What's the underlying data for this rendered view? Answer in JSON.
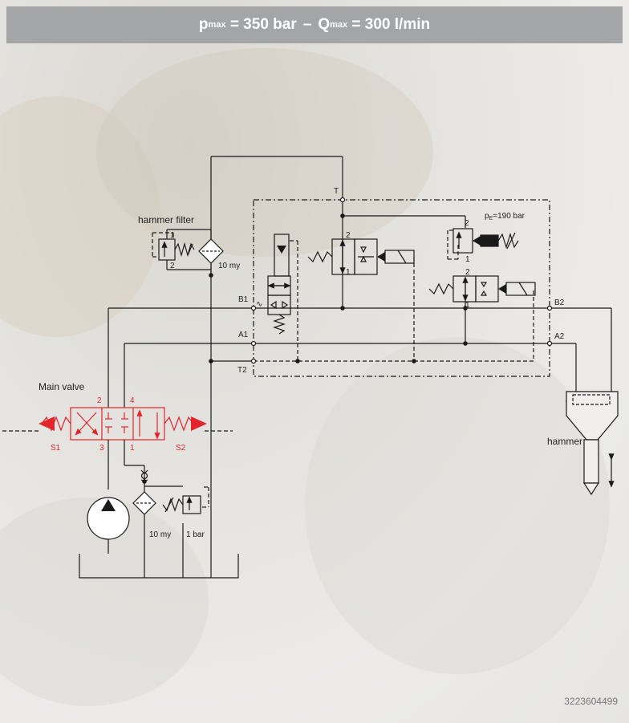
{
  "header": {
    "p_symbol": "p",
    "p_sub": "max",
    "p_value": "= 350 bar",
    "separator": "–",
    "q_symbol": "Q",
    "q_sub": "max",
    "q_value": "= 300 l/min"
  },
  "labels": {
    "hammer_filter": "hammer filter",
    "main_valve": "Main valve",
    "hammer": "hammer",
    "port_T": "T",
    "port_B1": "B1",
    "port_A1": "A1",
    "port_T2": "T2",
    "port_B2": "B2",
    "port_A2": "A2",
    "S1": "S1",
    "S2": "S2",
    "mv_2": "2",
    "mv_4": "4",
    "mv_3": "3",
    "mv_1": "1",
    "filter_rating_top": "10 my",
    "filter_rating_bottom": "10 my",
    "check_pressure": "1 bar",
    "pressure_setting_p": "p",
    "pressure_setting_sub": "E",
    "pressure_setting_value": "=190 bar",
    "rv1_port1": "1",
    "rv1_port2": "2",
    "v1_port2": "2",
    "v1_port1": "1",
    "prv_port2": "2",
    "prv_port1": "1",
    "v2_port2": "2",
    "v2_port1": "1",
    "stroke_symbol": "∿"
  },
  "colors": {
    "header_bg": "#a4a5a7",
    "line": "#1a1a1a",
    "main_valve_red": "#e3242b"
  },
  "footer": {
    "doc_number": "3223604499"
  }
}
